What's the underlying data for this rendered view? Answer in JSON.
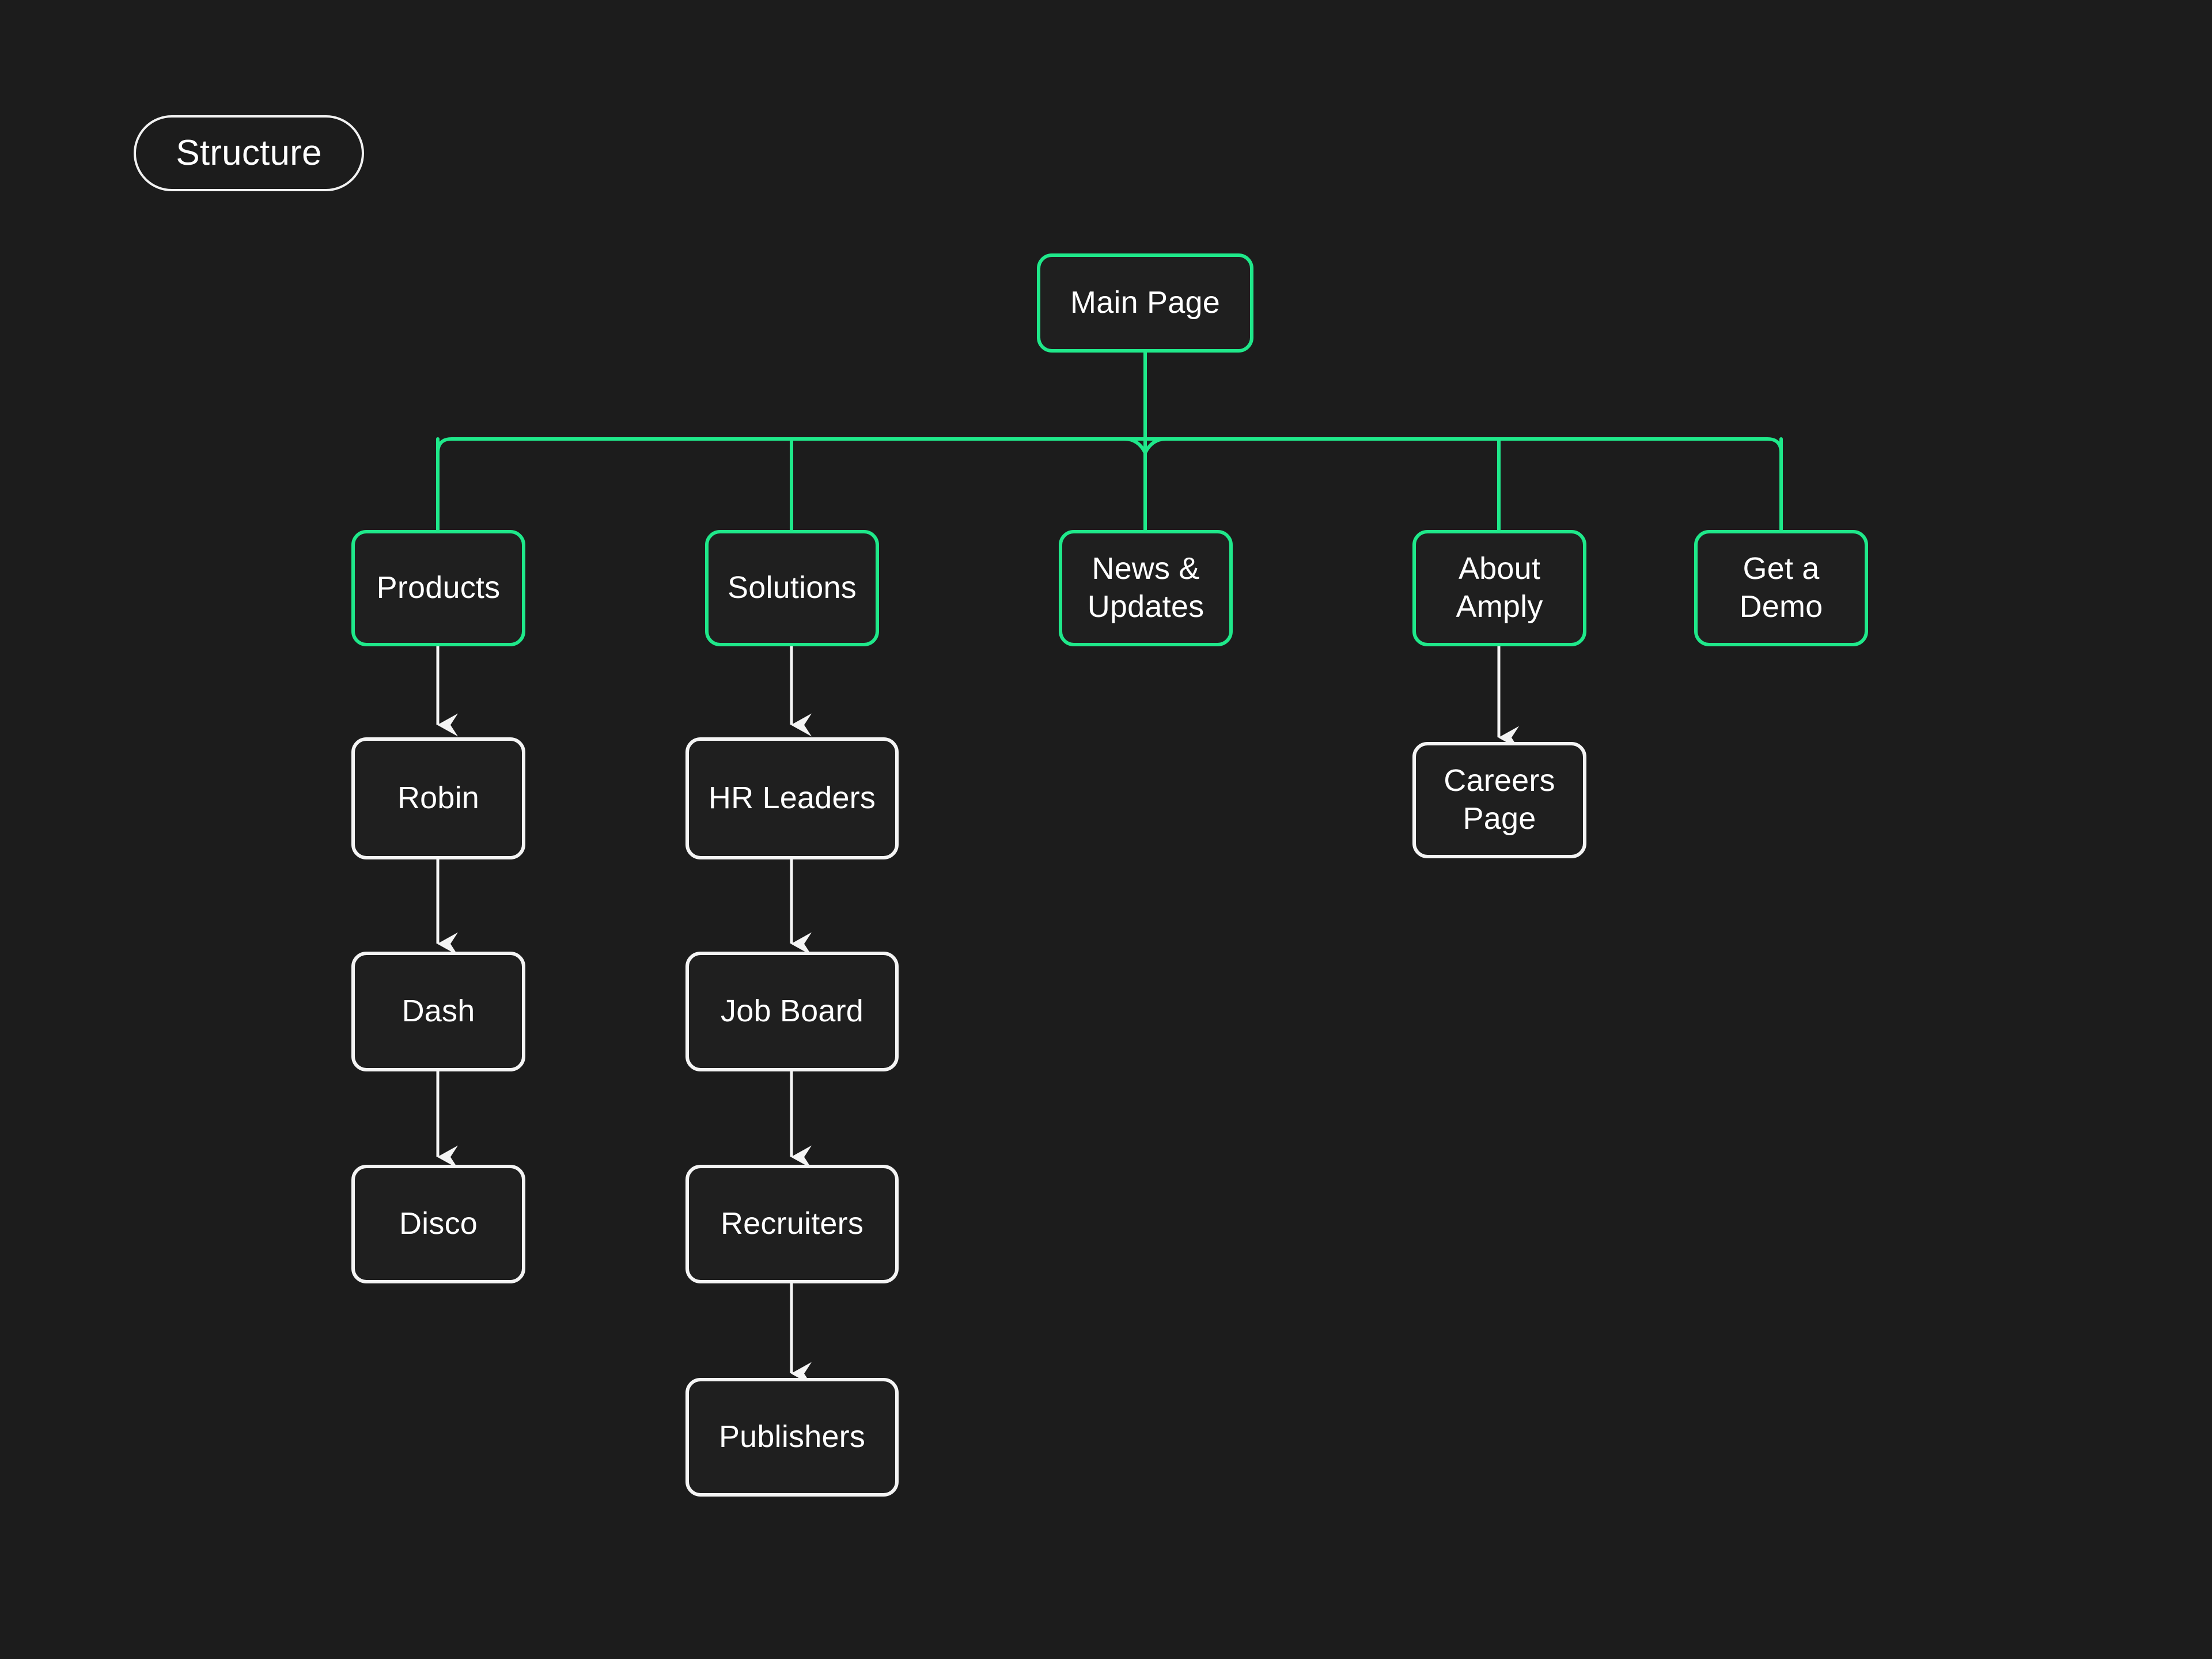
{
  "page": {
    "background_color": "#1c1c1c",
    "accent_color": "#1fe88a",
    "line_color": "#f4f4f4",
    "text_color": "#ffffff"
  },
  "badge": {
    "label": "Structure"
  },
  "diagram": {
    "type": "sitemap-tree",
    "root": {
      "id": "main-page",
      "label": "Main Page",
      "border_color": "#1fe88a"
    },
    "level2": [
      {
        "id": "products",
        "label": "Products",
        "border_color": "#1fe88a"
      },
      {
        "id": "solutions",
        "label": "Solutions",
        "border_color": "#1fe88a"
      },
      {
        "id": "news-updates",
        "label": "News &\nUpdates",
        "border_color": "#1fe88a"
      },
      {
        "id": "about-amply",
        "label": "About\nAmply",
        "border_color": "#1fe88a"
      },
      {
        "id": "get-a-demo",
        "label": "Get a\nDemo",
        "border_color": "#1fe88a"
      }
    ],
    "branches": {
      "products": [
        {
          "id": "robin",
          "label": "Robin",
          "border_color": "#f4f4f4"
        },
        {
          "id": "dash",
          "label": "Dash",
          "border_color": "#f4f4f4"
        },
        {
          "id": "disco",
          "label": "Disco",
          "border_color": "#f4f4f4"
        }
      ],
      "solutions": [
        {
          "id": "hr-leaders",
          "label": "HR Leaders",
          "border_color": "#f4f4f4"
        },
        {
          "id": "job-board",
          "label": "Job Board",
          "border_color": "#f4f4f4"
        },
        {
          "id": "recruiters",
          "label": "Recruiters",
          "border_color": "#f4f4f4"
        },
        {
          "id": "publishers",
          "label": "Publishers",
          "border_color": "#f4f4f4"
        }
      ],
      "news-updates": [],
      "about-amply": [
        {
          "id": "careers-page",
          "label": "Careers\nPage",
          "border_color": "#f4f4f4"
        }
      ],
      "get-a-demo": []
    }
  }
}
